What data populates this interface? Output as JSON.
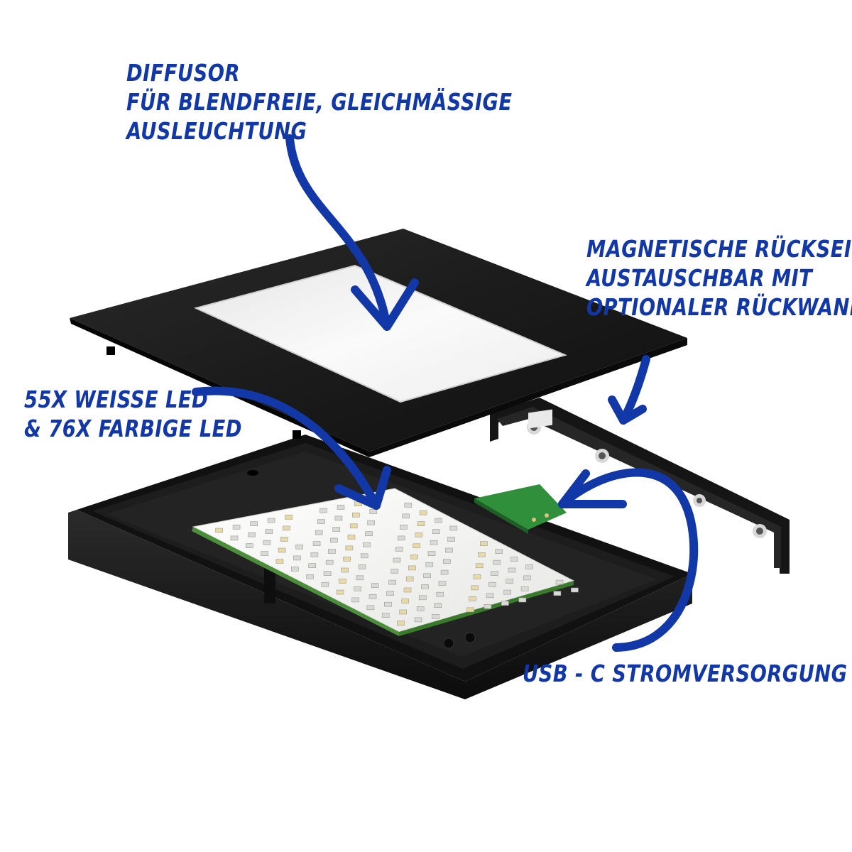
{
  "annotations": {
    "diffusor": {
      "lines": [
        "DIFFUSOR",
        "FÜR BLENDFREIE, GLEICHMÄSSIGE",
        "AUSLEUCHTUNG"
      ]
    },
    "magnetic_back": {
      "lines": [
        "MAGNETISCHE RÜCKSEITE",
        "AUSTAUSCHBAR MIT",
        "OPTIONALER RÜCKWAND"
      ]
    },
    "leds": {
      "lines": [
        "55X WEISSE LED",
        "& 76X FARBIGE LED"
      ]
    },
    "usb": {
      "lines": [
        "USB - C STROMVERSORGUNG"
      ]
    }
  },
  "colors": {
    "annotation": "#1238a8",
    "housing": "#1a1a1a",
    "diffuser_panel": "#f2f2f2",
    "led_board": "#f4f4f2",
    "usb_board": "#2f8f3a"
  }
}
